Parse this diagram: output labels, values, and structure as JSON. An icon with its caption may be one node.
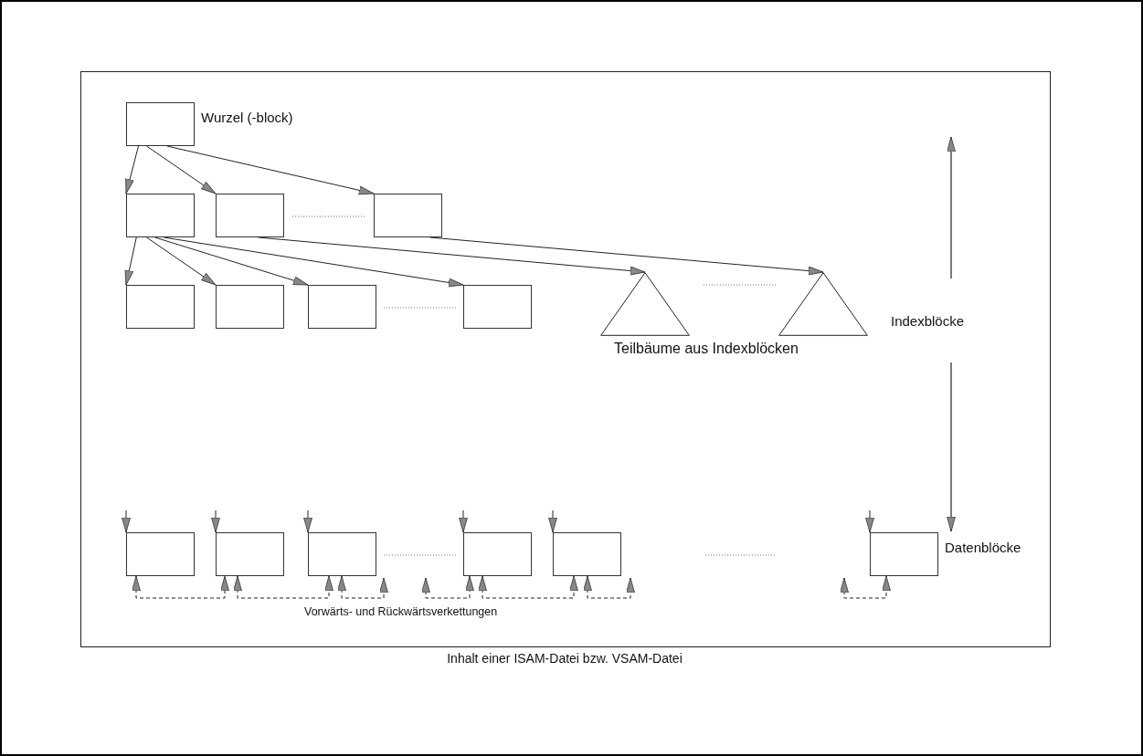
{
  "diagram": {
    "caption": "Inhalt einer ISAM-Datei bzw. VSAM-Datei",
    "nodes": [
      {
        "text": [],
        "shape": "box",
        "beside": [
          "Wurzel (-block)"
        ]
      },
      {
        "text": [],
        "shape": "box"
      },
      {
        "text": [],
        "shape": "box"
      },
      {
        "text": [],
        "shape": "box"
      },
      {
        "text": [],
        "shape": "box"
      },
      {
        "text": [],
        "shape": "box"
      },
      {
        "text": [],
        "shape": "box"
      },
      {
        "text": [],
        "shape": "box"
      },
      {
        "text": [],
        "shape": "triangle"
      },
      {
        "text": [],
        "shape": "triangle"
      },
      {
        "text": [],
        "shape": "box"
      },
      {
        "text": [],
        "shape": "box"
      },
      {
        "text": [],
        "shape": "box"
      },
      {
        "text": [],
        "shape": "box"
      },
      {
        "text": [],
        "shape": "box"
      },
      {
        "text": [],
        "shape": "box",
        "beside": [
          "Datenblöcke"
        ]
      }
    ],
    "edges": [
      {
        "from": 0,
        "to": 1,
        "arrow": "to"
      },
      {
        "from": 0,
        "to": 2,
        "arrow": "to"
      },
      {
        "from": 0,
        "to": 3,
        "arrow": "to"
      },
      {
        "from": 1,
        "to": 4,
        "arrow": "to"
      },
      {
        "from": 1,
        "to": 5,
        "arrow": "to"
      },
      {
        "from": 1,
        "to": 6,
        "arrow": "to"
      },
      {
        "from": 1,
        "to": 7,
        "arrow": "to"
      },
      {
        "from": 2,
        "to": 8,
        "arrow": "to"
      },
      {
        "from": 3,
        "to": 9,
        "arrow": "to"
      },
      {
        "from": null,
        "to": 10,
        "arrow": "to"
      },
      {
        "from": null,
        "to": 11,
        "arrow": "to"
      },
      {
        "from": null,
        "to": 12,
        "arrow": "to"
      },
      {
        "from": null,
        "to": 13,
        "arrow": "to"
      },
      {
        "from": null,
        "to": 14,
        "arrow": "to"
      },
      {
        "from": null,
        "to": 15,
        "arrow": "to"
      },
      {
        "from": 10,
        "to": 11,
        "arrow": "both",
        "style": "dashed"
      },
      {
        "from": 11,
        "to": 12,
        "arrow": "both",
        "style": "dashed"
      },
      {
        "from": 12,
        "to": null,
        "arrow": "both",
        "style": "dashed"
      },
      {
        "from": null,
        "to": 13,
        "arrow": "both",
        "style": "dashed"
      },
      {
        "from": 13,
        "to": 14,
        "arrow": "both",
        "style": "dashed"
      },
      {
        "from": 14,
        "to": null,
        "arrow": "both",
        "style": "dashed"
      },
      {
        "from": null,
        "to": 15,
        "arrow": "both",
        "style": "dashed"
      }
    ],
    "labels": [
      "Indexblöcke",
      "Teilbäume aus Indexblöcken",
      "Vorwärts- und Rückwärtsverkettungen"
    ]
  }
}
